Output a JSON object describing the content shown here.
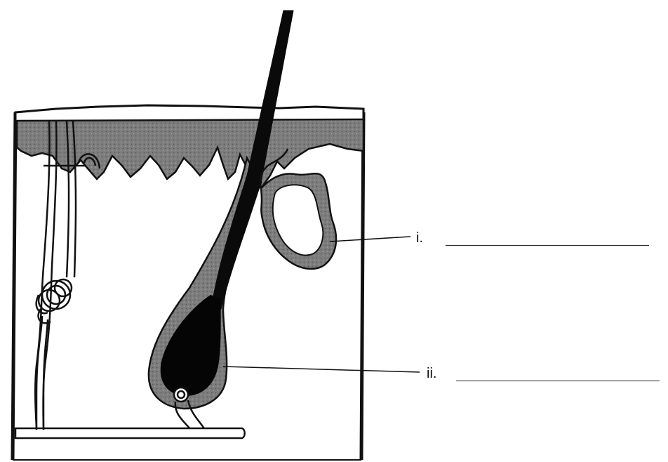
{
  "labels": [
    {
      "id": "i",
      "marker": "i."
    },
    {
      "id": "ii",
      "marker": "ii."
    }
  ],
  "colors": {
    "ink": "#111111",
    "epidermis_fill": "#7a7a7a",
    "follicle_fill": "#8a8a8a",
    "gland_fill": "#9a9a9a",
    "background": "#ffffff"
  }
}
